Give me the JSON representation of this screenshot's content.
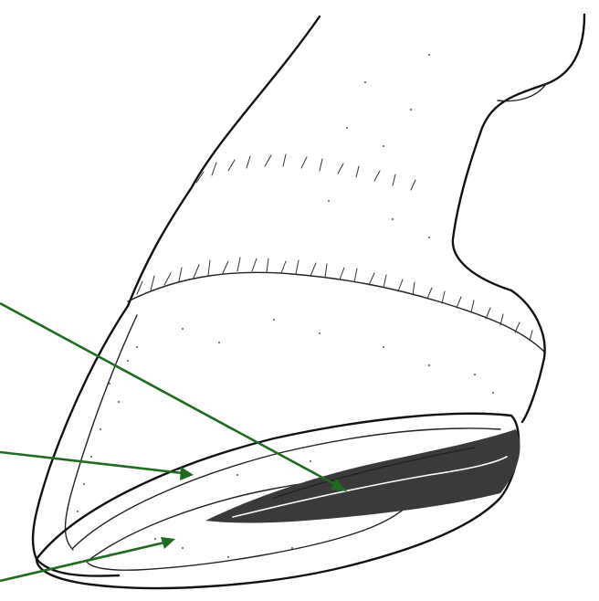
{
  "figure": {
    "subject": "hoof-cross-section-illustration",
    "colors": {
      "ink": "#111111",
      "arrow": "#1f6b1f",
      "background": "#ffffff"
    },
    "pointers": [
      {
        "name": "arrow-to-frog"
      },
      {
        "name": "arrow-to-white-line"
      },
      {
        "name": "arrow-to-sole"
      }
    ]
  }
}
